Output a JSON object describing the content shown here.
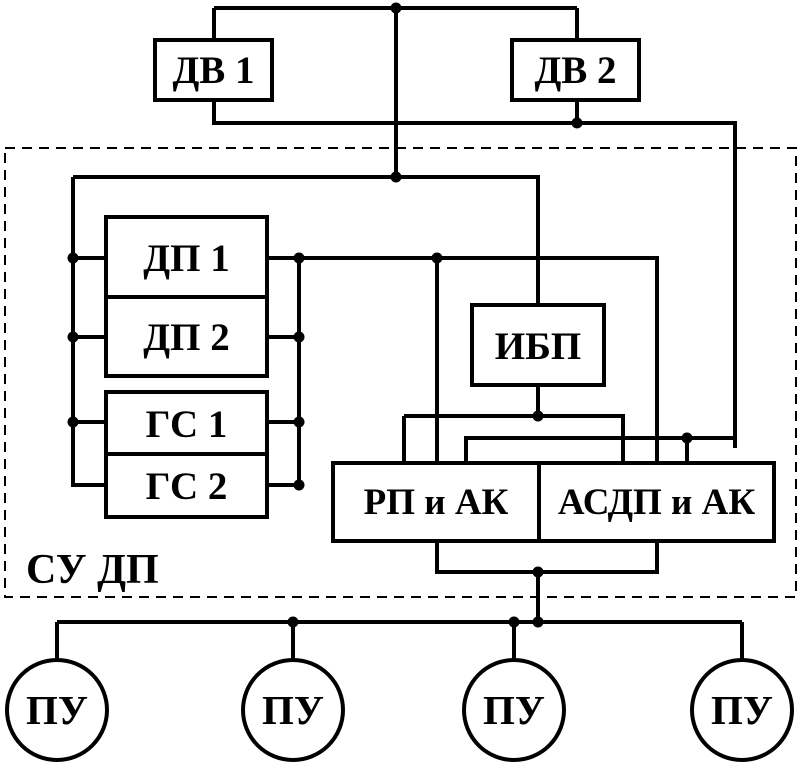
{
  "engines": {
    "dv1": "ДВ 1",
    "dv2": "ДВ 2"
  },
  "system": {
    "label": "СУ ДП",
    "blocks": {
      "dp1": "ДП 1",
      "dp2": "ДП 2",
      "gs1": "ГС 1",
      "gs2": "ГС 2",
      "ibp": "ИБП",
      "rp_ak": "РП и АК",
      "asdp_ak": "АСДП и АК"
    }
  },
  "controls": [
    "ПУ",
    "ПУ",
    "ПУ",
    "ПУ"
  ]
}
